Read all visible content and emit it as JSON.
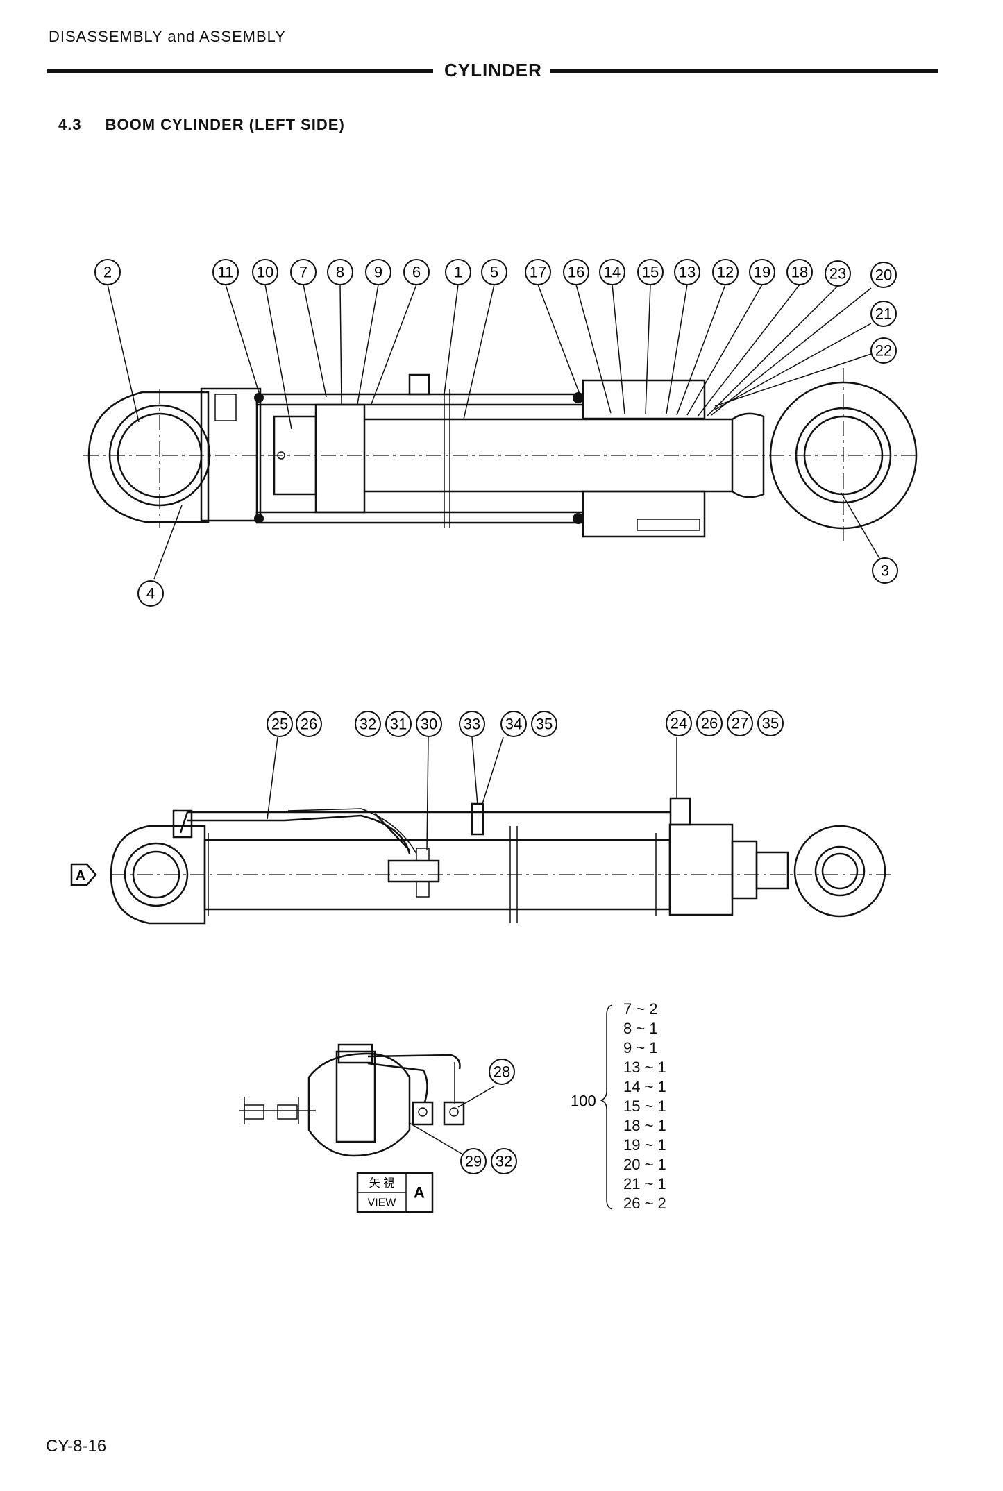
{
  "header": {
    "section": "DISASSEMBLY and ASSEMBLY",
    "chapter": "CYLINDER"
  },
  "title": {
    "number": "4.3",
    "text": "BOOM CYLINDER (LEFT SIDE)"
  },
  "upper_callouts": [
    "2",
    "11",
    "10",
    "7",
    "8",
    "9",
    "6",
    "1",
    "5",
    "17",
    "16",
    "14",
    "15",
    "13",
    "12",
    "19",
    "18",
    "23",
    "20",
    "21",
    "22",
    "3",
    "4"
  ],
  "middle_callouts": [
    "25",
    "26",
    "32",
    "31",
    "30",
    "33",
    "34",
    "35",
    "24",
    "26",
    "27",
    "35"
  ],
  "view_callouts": [
    "28",
    "29",
    "32"
  ],
  "view_label": {
    "kanji": "矢 視",
    "view": "VIEW",
    "letter": "A"
  },
  "arrow_label": "A",
  "kit": {
    "number": "100",
    "items": [
      "7 ~ 2",
      "8 ~ 1",
      "9 ~ 1",
      "13 ~ 1",
      "14 ~ 1",
      "15 ~ 1",
      "18 ~ 1",
      "19 ~ 1",
      "20 ~ 1",
      "21 ~ 1",
      "26 ~ 2"
    ]
  },
  "footer": {
    "page": "CY-8-16"
  }
}
